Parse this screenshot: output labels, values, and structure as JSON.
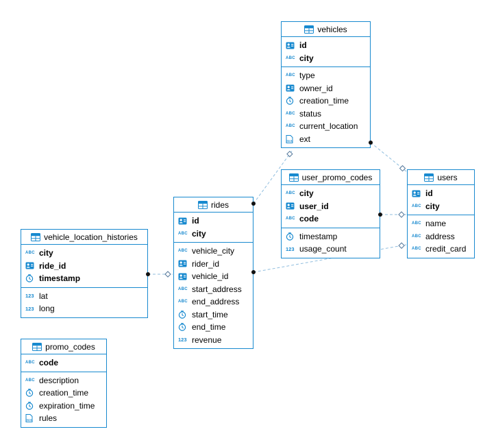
{
  "diagram": {
    "tables": [
      {
        "name": "vehicles",
        "key_fields": [
          {
            "name": "id",
            "type": "id"
          },
          {
            "name": "city",
            "type": "string"
          }
        ],
        "fields": [
          {
            "name": "type",
            "type": "string"
          },
          {
            "name": "owner_id",
            "type": "id"
          },
          {
            "name": "creation_time",
            "type": "time"
          },
          {
            "name": "status",
            "type": "string"
          },
          {
            "name": "current_location",
            "type": "string"
          },
          {
            "name": "ext",
            "type": "json"
          }
        ]
      },
      {
        "name": "user_promo_codes",
        "key_fields": [
          {
            "name": "city",
            "type": "string"
          },
          {
            "name": "user_id",
            "type": "id"
          },
          {
            "name": "code",
            "type": "string"
          }
        ],
        "fields": [
          {
            "name": "timestamp",
            "type": "time"
          },
          {
            "name": "usage_count",
            "type": "number"
          }
        ]
      },
      {
        "name": "users",
        "key_fields": [
          {
            "name": "id",
            "type": "id"
          },
          {
            "name": "city",
            "type": "string"
          }
        ],
        "fields": [
          {
            "name": "name",
            "type": "string"
          },
          {
            "name": "address",
            "type": "string"
          },
          {
            "name": "credit_card",
            "type": "string"
          }
        ]
      },
      {
        "name": "rides",
        "key_fields": [
          {
            "name": "id",
            "type": "id"
          },
          {
            "name": "city",
            "type": "string"
          }
        ],
        "fields": [
          {
            "name": "vehicle_city",
            "type": "string"
          },
          {
            "name": "rider_id",
            "type": "id"
          },
          {
            "name": "vehicle_id",
            "type": "id"
          },
          {
            "name": "start_address",
            "type": "string"
          },
          {
            "name": "end_address",
            "type": "string"
          },
          {
            "name": "start_time",
            "type": "time"
          },
          {
            "name": "end_time",
            "type": "time"
          },
          {
            "name": "revenue",
            "type": "number"
          }
        ]
      },
      {
        "name": "vehicle_location_histories",
        "key_fields": [
          {
            "name": "city",
            "type": "string"
          },
          {
            "name": "ride_id",
            "type": "id"
          },
          {
            "name": "timestamp",
            "type": "time"
          }
        ],
        "fields": [
          {
            "name": "lat",
            "type": "number"
          },
          {
            "name": "long",
            "type": "number"
          }
        ]
      },
      {
        "name": "promo_codes",
        "key_fields": [
          {
            "name": "code",
            "type": "string"
          }
        ],
        "fields": [
          {
            "name": "description",
            "type": "string"
          },
          {
            "name": "creation_time",
            "type": "time"
          },
          {
            "name": "expiration_time",
            "type": "time"
          },
          {
            "name": "rules",
            "type": "json"
          }
        ]
      }
    ],
    "relations": [
      {
        "from": "vehicle_location_histories",
        "to": "rides"
      },
      {
        "from": "rides",
        "to": "vehicles"
      },
      {
        "from": "vehicles",
        "to": "users"
      },
      {
        "from": "user_promo_codes",
        "to": "users"
      },
      {
        "from": "rides",
        "to": "users"
      }
    ],
    "colors": {
      "table_border": "#1789cf",
      "icon": "#1789cf",
      "relation_line": "#8fbdde",
      "dot": "#111111",
      "diamond_stroke": "#54779a"
    }
  }
}
